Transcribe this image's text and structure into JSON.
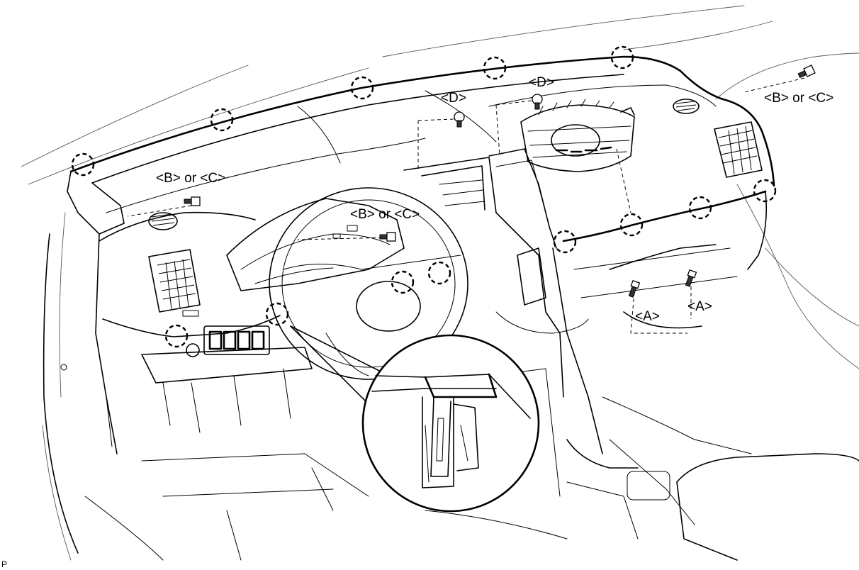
{
  "callouts": {
    "d_left": "<D>",
    "d_right": "<D>",
    "bc_upper_right": "<B> or <C>",
    "bc_left": "<B> or <C>",
    "bc_center": "<B> or <C>",
    "a_left": "<A>",
    "a_right": "<A>"
  },
  "figure_code": "P"
}
